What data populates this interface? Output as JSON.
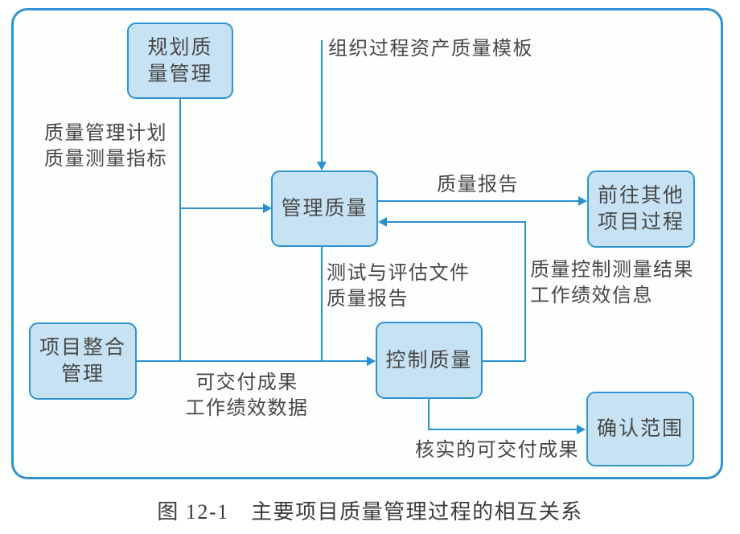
{
  "figure": {
    "caption": "图 12-1　主要项目质量管理过程的相互关系"
  },
  "nodes": {
    "plan_quality": {
      "label": "规划质\n量管理"
    },
    "manage_quality": {
      "label": "管理质量"
    },
    "project_integration": {
      "label": "项目整合\n管理"
    },
    "control_quality": {
      "label": "控制质量"
    },
    "to_other_processes": {
      "label": "前往其他\n项目过程"
    },
    "validate_scope": {
      "label": "确认范围"
    }
  },
  "edge_labels": {
    "quality_plan_metrics": "质量管理计划\n质量测量指标",
    "opa_quality_templates": "组织过程资产质量模板",
    "quality_report": "质量报告",
    "test_eval_docs": "测试与评估文件\n质量报告",
    "qc_measurements_wpi": "质量控制测量结果\n工作绩效信息",
    "deliverables_wpd": "可交付成果\n工作绩效数据",
    "verified_deliverables": "核实的可交付成果"
  },
  "colors": {
    "line": "#2b90d0",
    "box_border": "#2f93d1",
    "box_fill": "#c7e3f3",
    "text": "#474747"
  }
}
